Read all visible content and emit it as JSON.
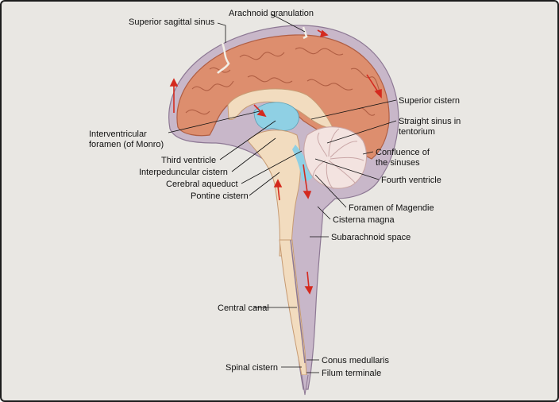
{
  "labels": {
    "superior_sagittal_sinus": "Superior sagittal sinus",
    "arachnoid_granulation": "Arachnoid granulation",
    "superior_cistern": "Superior cistern",
    "straight_sinus_1": "Straight sinus in",
    "straight_sinus_2": "tentorium",
    "interventricular_1": "Interventricular",
    "interventricular_2": "foramen (of Monro)",
    "confluence_1": "Confluence of",
    "confluence_2": "the sinuses",
    "third_ventricle": "Third ventricle",
    "interpeduncular_cistern": "Interpeduncular cistern",
    "fourth_ventricle": "Fourth ventricle",
    "cerebral_aqueduct": "Cerebral aqueduct",
    "pontine_cistern": "Pontine cistern",
    "foramen_magendie": "Foramen of Magendie",
    "cisterna_magna": "Cisterna magna",
    "subarachnoid_space": "Subarachnoid space",
    "central_canal": "Central canal",
    "conus_medullaris": "Conus medullaris",
    "spinal_cistern": "Spinal cistern",
    "filum_terminale": "Filum terminale"
  },
  "colors": {
    "background": "#e9e7e3",
    "cortex": "#dd8e6e",
    "cortex_edge": "#b05e43",
    "white_matter": "#f2dcbf",
    "meninges": "#c8b7c9",
    "csf_blue": "#8fd0e4",
    "cerebellum": "#f3e3e0",
    "flow_arrows": "#d42a1f"
  }
}
